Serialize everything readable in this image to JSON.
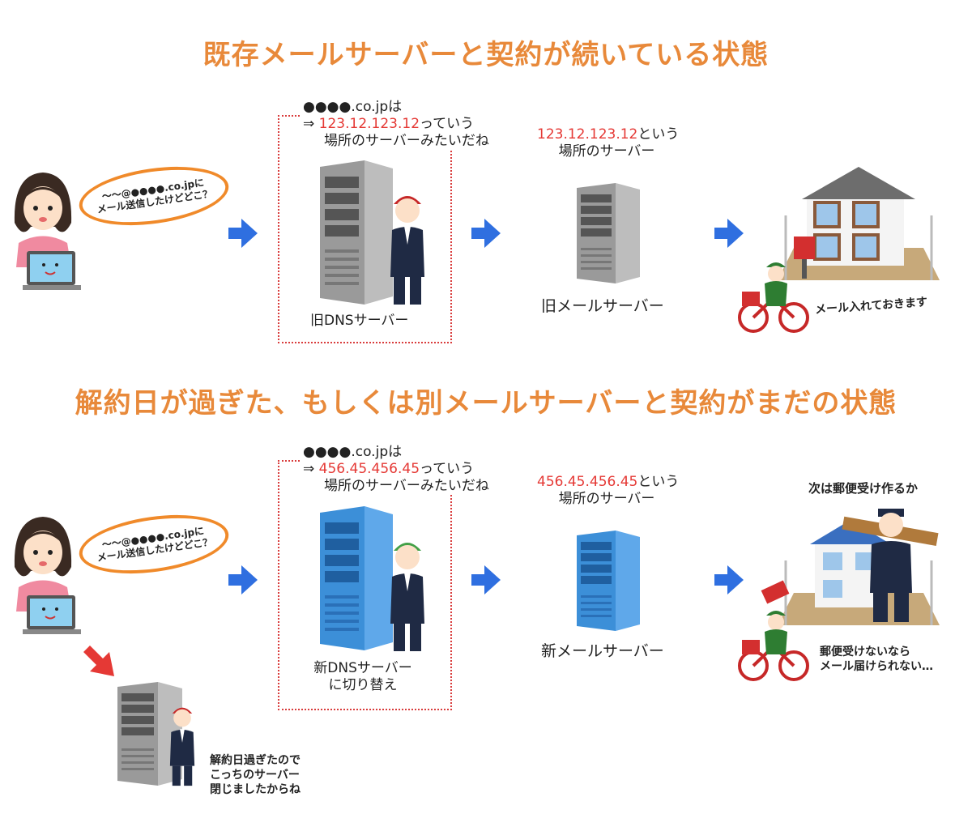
{
  "section1": {
    "title": "既存メールサーバーと契約が続いている状態",
    "bubble_line1": "〜〜@●●●●.co.jpに",
    "bubble_line2": "メール送信したけどどこ？",
    "dns_prefix": "●●●●.co.jpは",
    "dns_arrow": "⇒",
    "dns_ip": "123.12.123.12",
    "dns_ip_suffix": "っていう",
    "dns_line3": "場所のサーバーみたいだね",
    "dns_label": "旧DNSサーバー",
    "server_ip": "123.12.123.12",
    "server_ip_suffix": "という",
    "server_line2": "場所のサーバー",
    "server_label": "旧メールサーバー",
    "postman_text": "メール入れておきます"
  },
  "section2": {
    "title": "解約日が過ぎた、もしくは別メールサーバーと契約がまだの状態",
    "bubble_line1": "〜〜@●●●●.co.jpに",
    "bubble_line2": "メール送信したけどどこ？",
    "dns_prefix": "●●●●.co.jpは",
    "dns_arrow": "⇒",
    "dns_ip": "456.45.456.45",
    "dns_ip_suffix": "っていう",
    "dns_line3": "場所のサーバーみたいだね",
    "dns_label_line1": "新DNSサーバー",
    "dns_label_line2": "に切り替え",
    "server_ip": "456.45.456.45",
    "server_ip_suffix": "という",
    "server_line2": "場所のサーバー",
    "server_label": "新メールサーバー",
    "carpenter_text": "次は郵便受け作るか",
    "postman_line1": "郵便受けないなら",
    "postman_line2": "メール届けられない…",
    "old_server_line1": "解約日過ぎたので",
    "old_server_line2": "こっちのサーバー",
    "old_server_line3": "閉じましたからね"
  },
  "colors": {
    "title": "#e8893a",
    "ip": "#e53935",
    "arrow_blue": "#2f6fe0",
    "arrow_red": "#e53935",
    "server_grey": "#9a9a9a",
    "server_blue": "#3c8fd8"
  }
}
